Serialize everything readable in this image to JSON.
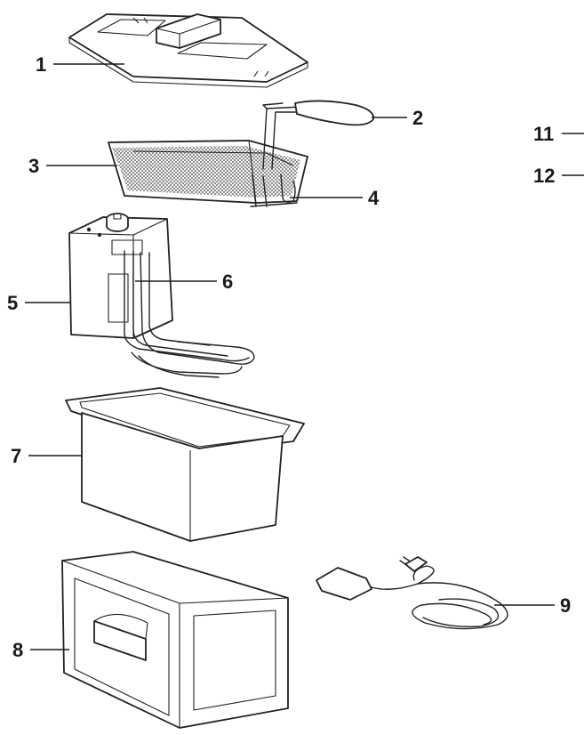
{
  "parts": [
    {
      "id": "p1",
      "number": "1"
    },
    {
      "id": "p2",
      "number": "2"
    },
    {
      "id": "p3",
      "number": "3"
    },
    {
      "id": "p4",
      "number": "4"
    },
    {
      "id": "p5",
      "number": "5"
    },
    {
      "id": "p6",
      "number": "6"
    },
    {
      "id": "p7",
      "number": "7"
    },
    {
      "id": "p8",
      "number": "8"
    },
    {
      "id": "p9",
      "number": "9"
    },
    {
      "id": "p11",
      "number": "11"
    },
    {
      "id": "p12",
      "number": "12"
    }
  ]
}
